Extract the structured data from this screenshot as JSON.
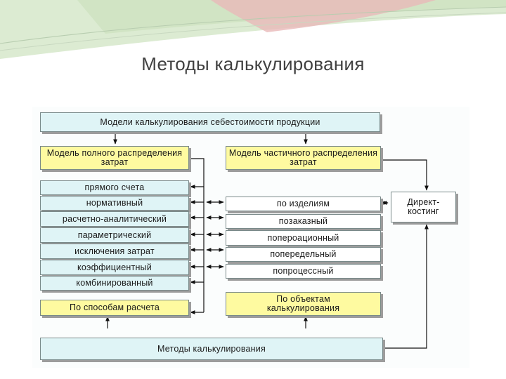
{
  "slide": {
    "title": "Методы калькулирования"
  },
  "colors": {
    "cyan_box": "#dff4f6",
    "yellow_box": "#fefaa0",
    "white_box": "#ffffff",
    "title": "#404040",
    "header_green": "#cfe3c2",
    "header_pink": "#e9b9b9"
  },
  "diagram": {
    "top": "Модели калькулирования себестоимости продукции",
    "full_model": "Модель полного распределения затрат",
    "partial_model": "Модель частичного распределения затрат",
    "direct_costing": "Директ-костинг",
    "methods": [
      "прямого счета",
      "нормативный",
      "расчетно-аналитический",
      "параметрический",
      "исключения затрат",
      "коэффициентный",
      "комбинированный"
    ],
    "objects": [
      "по изделиям",
      "позаказный",
      "попероационный",
      "попередельный",
      "попроцессный"
    ],
    "by_calc_method": "По способам расчета",
    "by_calc_objects": "По объектам калькулирования",
    "bottom": "Методы калькулирования"
  }
}
